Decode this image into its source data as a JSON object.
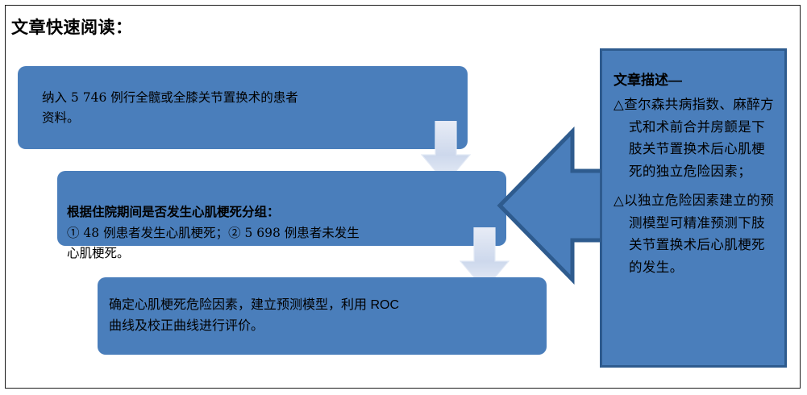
{
  "page": {
    "title": "文章快速阅读："
  },
  "flow": {
    "steps": [
      {
        "name": "cohort",
        "head": "",
        "body": "纳入 5 746 例行全髋或全膝关节置换术的患者\n资料。"
      },
      {
        "name": "grouping",
        "head": "根据住院期间是否发生心肌梗死分组：",
        "body": "① 48 例患者发生心肌梗死；② 5 698 例患者未发生\n心肌梗死。"
      },
      {
        "name": "analysis",
        "head": "",
        "body": "确定心肌梗死危险因素，建立预测模型，利用 ROC\n曲线及校正曲线进行评价。"
      }
    ],
    "connectors": [
      {
        "name": "down-arrow-1",
        "icon": "arrow-down-icon"
      },
      {
        "name": "down-arrow-2",
        "icon": "arrow-down-icon"
      },
      {
        "name": "left-arrow",
        "icon": "arrow-left-icon"
      }
    ]
  },
  "description_panel": {
    "title": "文章描述—",
    "items": [
      "△查尔森共病指数、麻醉方式和术前合并房颤是下肢关节置换术后心肌梗死的独立危险因素；",
      "△以独立危险因素建立的预测模型可精准预测下肢关节置换术后心肌梗死的发生。"
    ]
  },
  "colors": {
    "box_fill": "#4A7EBB",
    "panel_border": "#2E5B8E",
    "arrow_fill": "#4A7EBB",
    "arrow_border": "#2E5B8E",
    "down_arrow_fill": "#D3DCEC",
    "page_border": "#1A1A1A",
    "text": "#000000",
    "background": "#FFFFFF"
  }
}
